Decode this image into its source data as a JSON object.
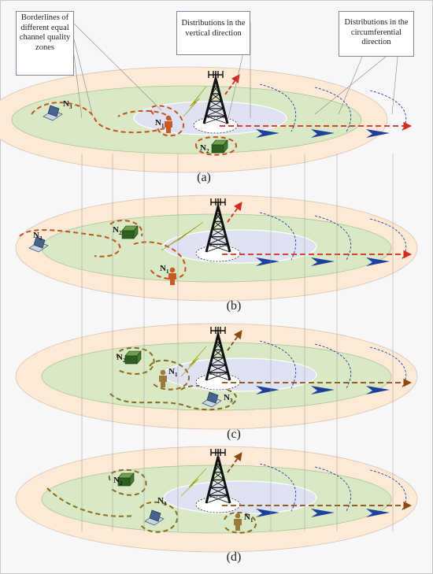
{
  "callouts": {
    "borderlines": "Borderlines of different equal channel quality zones",
    "vertical": "Distributions in the vertical direction",
    "circumferential": "Distributions in the circumferential direction"
  },
  "panels": [
    {
      "label": "(a)",
      "nodes": {
        "n1": "N1",
        "n2": "N2",
        "n3": "N3"
      }
    },
    {
      "label": "(b)",
      "nodes": {
        "n1": "N1",
        "n2": "N2",
        "n3": "N3"
      }
    },
    {
      "label": "(c)",
      "nodes": {
        "n1": "N1",
        "n2": "N2",
        "n3": "N3"
      }
    },
    {
      "label": "(d)",
      "nodes": {
        "n1": "N1",
        "n2": "N2",
        "n3": "N3"
      }
    }
  ],
  "colors": {
    "outer_ring": "#fce9d6",
    "middle_ring": "#d9e9c6",
    "inner_zone": "#dfe3f1",
    "red_dashed": "#d52b1e",
    "brown_dashed": "#8c4a14",
    "orange_boundary": "#c0541a",
    "olive_boundary": "#8a6a1c",
    "lightning": "#e8e51c",
    "blue_wedge": "#1f3f9c"
  }
}
